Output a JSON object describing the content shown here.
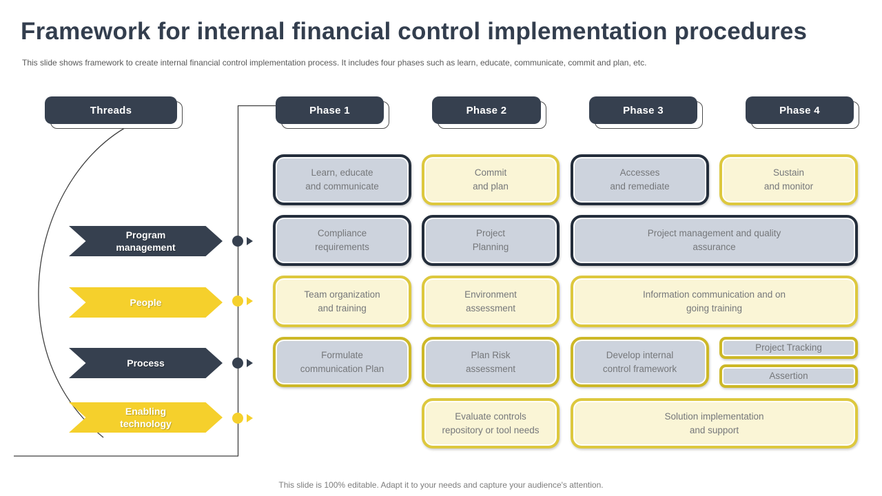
{
  "title": "Framework for internal financial control implementation procedures",
  "subtitle": "This slide shows framework to create internal financial control implementation process. It includes four phases such as learn, educate, communicate, commit and plan, etc.",
  "footer": "This slide is 100% editable. Adapt it to your needs and capture your audience's attention.",
  "colors": {
    "navy": "#36404f",
    "border_dark": "#242e3c",
    "gray_fill": "#cdd3dd",
    "pale_yellow": "#faf5d6",
    "yellow": "#f5d02c",
    "yellow_border": "#ddc83e",
    "mustard": "#cdb827",
    "text_gray": "#75777a",
    "title_color": "#333e4e",
    "line_color": "#3f3f3f"
  },
  "header": {
    "threads": "Threads",
    "phase1": "Phase 1",
    "phase2": "Phase 2",
    "phase3": "Phase 3",
    "phase4": "Phase 4"
  },
  "threads": {
    "program": {
      "label": "Program\nmanagement"
    },
    "people": {
      "label": "People"
    },
    "process": {
      "label": "Process"
    },
    "enabling": {
      "label": "Enabling\ntechnology"
    }
  },
  "matrix": {
    "top": {
      "p1": "Learn, educate\nand communicate",
      "p2": "Commit\nand plan",
      "p3": "Accesses\nand remediate",
      "p4": "Sustain\nand monitor"
    },
    "program": {
      "p1": "Compliance\nrequirements",
      "p2": "Project\nPlanning",
      "p34": "Project management and quality\nassurance"
    },
    "people": {
      "p1": "Team organization\nand training",
      "p2": "Environment\nassessment",
      "p34": "Information communication and on\ngoing training"
    },
    "process": {
      "p1": "Formulate\ncommunication Plan",
      "p2": "Plan Risk\nassessment",
      "p3": "Develop internal\ncontrol framework",
      "p4_top": "Project Tracking",
      "p4_bottom": "Assertion"
    },
    "enabling": {
      "p2": "Evaluate controls\nrepository or tool needs",
      "p34": "Solution implementation\nand support"
    }
  }
}
